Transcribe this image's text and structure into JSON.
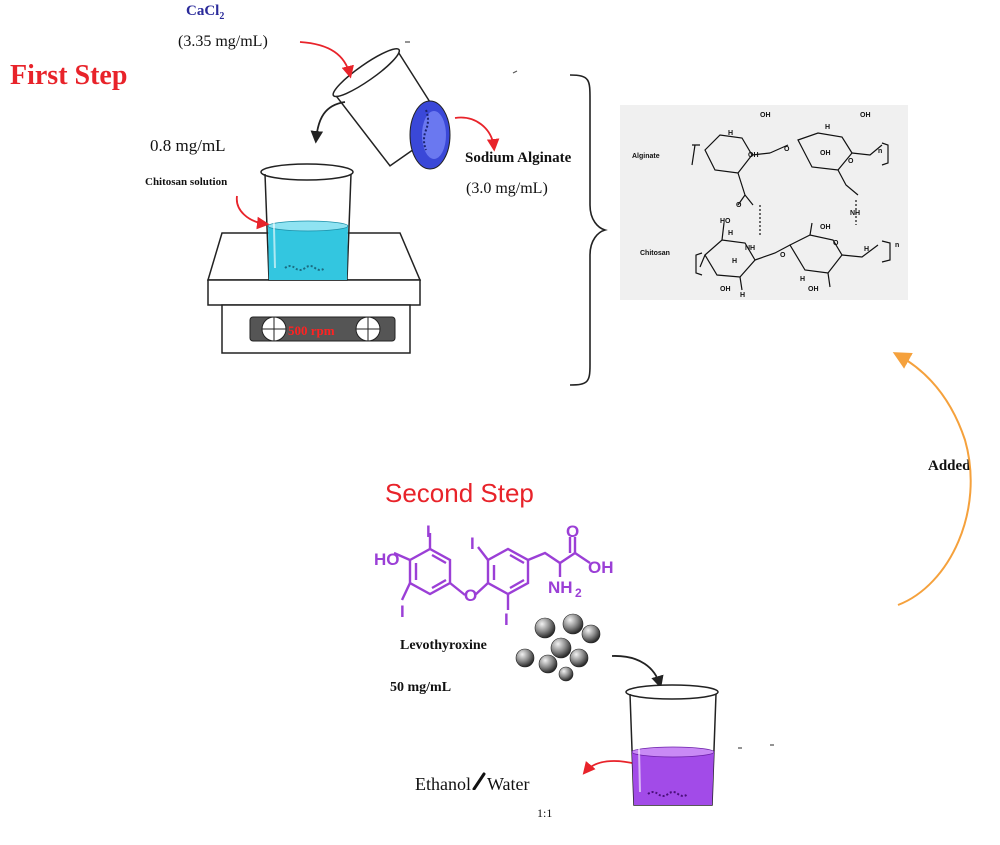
{
  "first_step": {
    "title": "First Step"
  },
  "cacl2": {
    "label": "CaCl",
    "subscript": "2",
    "concentration": "(3.35 mg/mL)"
  },
  "chitosan": {
    "concentration": "0.8 mg/mL",
    "label": "Chitosan solution"
  },
  "alginate": {
    "label": "Sodium Alginate",
    "concentration": "(3.0 mg/mL)"
  },
  "stirrer": {
    "speed": "500 rpm"
  },
  "structure_panel": {
    "alginate_label": "Alginate",
    "chitosan_label": "Chitosan"
  },
  "cycle": {
    "label": "Added"
  },
  "second_step": {
    "title": "Second Step",
    "drug_name": "Levothyroxine",
    "drug_concentration": "50 mg/mL",
    "solvent_left": "Ethanol",
    "solvent_right": "Water",
    "solvent_ratio": "1:1"
  },
  "colors": {
    "step_title": "#e8232a",
    "calcium_label": "#2a2a9a",
    "chitosan_liquid": "#33c6e0",
    "alginate_liquid": "#3a48d8",
    "drug_structure": "#9b3fd6",
    "drug_liquid": "#a24be8",
    "cycle_arrow": "#f5a13c",
    "pointer_arrow": "#e8232a"
  },
  "icons": [
    "beaker-icon",
    "stirrer-plate-icon",
    "particle-cluster-icon",
    "curly-brace-icon"
  ]
}
